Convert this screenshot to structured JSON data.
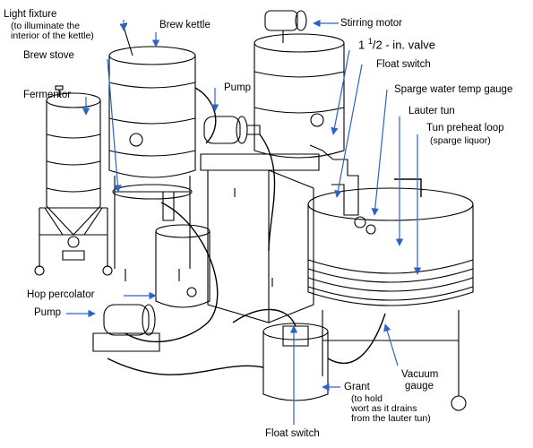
{
  "labels": {
    "light_fixture": "Light fixture",
    "light_fixture_note_1": "(to illuminate the",
    "light_fixture_note_2": "interior of the kettle)",
    "brew_kettle": "Brew kettle",
    "stirring_motor": "Stirring motor",
    "brew_stove": "Brew stove",
    "valve_whole": "1",
    "valve_num": "1",
    "valve_den": "2",
    "valve_rest": "- in.  valve",
    "fermentor": "Fermentor",
    "float_switch_top": "Float switch",
    "pump_top": "Pump",
    "sparge_gauge": "Sparge water temp gauge",
    "lauter_tun": "Lauter tun",
    "tun_preheat": "Tun preheat loop",
    "tun_preheat_note": "(sparge liquor)",
    "hop_percolator": "Hop percolator",
    "pump_bottom": "Pump",
    "vacuum_1": "Vacuum",
    "vacuum_2": "gauge",
    "grant": "Grant",
    "grant_note_1": "(to hold",
    "grant_note_2": "wort as it drains",
    "grant_note_3": "from the lauter tun)",
    "float_switch_bottom": "Float switch"
  },
  "colors": {
    "ink": "#000000",
    "arrow": "#2b63c9",
    "background": "#ffffff"
  }
}
